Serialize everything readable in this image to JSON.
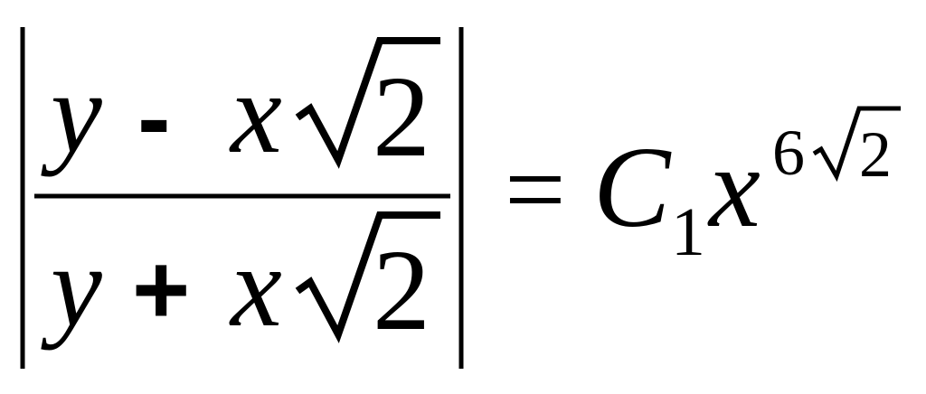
{
  "equation": {
    "numerator": {
      "y": "y",
      "operator": "-",
      "x": "x",
      "radicand": "2"
    },
    "denominator": {
      "y": "y",
      "operator": "+",
      "x": "x",
      "radicand": "2"
    },
    "equals": "=",
    "constant": "C",
    "constant_subscript": "1",
    "base": "x",
    "exponent_coefficient": "6",
    "exponent_radicand": "2"
  }
}
